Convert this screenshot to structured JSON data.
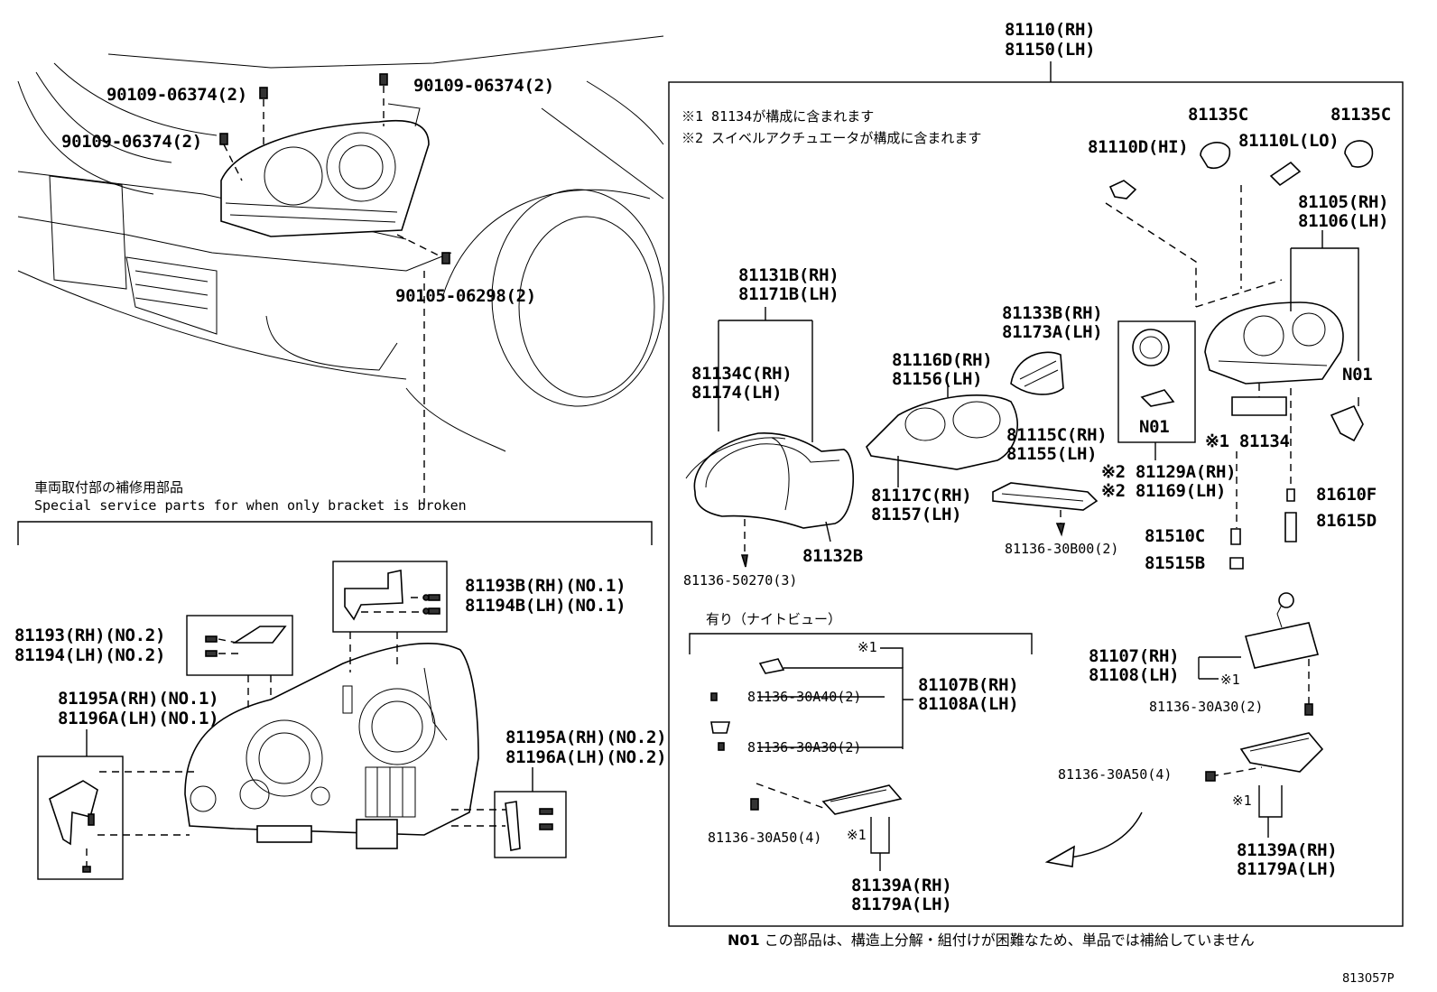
{
  "diagram_code": "813057P",
  "footnote": {
    "label": "N01",
    "text": "この部品は、構造上分解・組付けが困難なため、単品では補給していません"
  },
  "notes": {
    "note1": "※1 81134が構成に含まれます",
    "note2": "※2 スイベルアクチュエータが構成に含まれます"
  },
  "left_top": {
    "bolt_a": "90109-06374(2)",
    "bolt_b": "90109-06374(2)",
    "bolt_c": "90109-06374(2)",
    "bolt_d": "90105-06298(2)"
  },
  "bracket_section": {
    "title_jp": "車両取付部の補修用部品",
    "title_en": "Special service parts for when only bracket is broken",
    "p1a": "81193B(RH)(NO.1)",
    "p1b": "81194B(LH)(NO.1)",
    "p2a": "81193(RH)(NO.2)",
    "p2b": "81194(LH)(NO.2)",
    "p3a": "81195A(RH)(NO.1)",
    "p3b": "81196A(LH)(NO.1)",
    "p4a": "81195A(RH)(NO.2)",
    "p4b": "81196A(LH)(NO.2)"
  },
  "assembly": {
    "top_a": "81110(RH)",
    "top_b": "81150(LH)",
    "bulb_hi": "81110D(HI)",
    "bulb_lo": "81110L(LO)",
    "cap1": "81135C",
    "cap2": "81135C",
    "housing_a": "81105(RH)",
    "housing_b": "81106(LH)",
    "lens_a": "81131B(RH)",
    "lens_b": "81171B(LH)",
    "gasket_a": "81134C(RH)",
    "gasket_b": "81174(LH)",
    "bezel_a": "81116D(RH)",
    "bezel_b": "81156(LH)",
    "refl_a": "81133B(RH)",
    "refl_b": "81173A(LH)",
    "n01_a": "N01",
    "n01_b": "N01",
    "m1_a": "81117C(RH)",
    "m1_b": "81157(LH)",
    "m2_a": "81115C(RH)",
    "m2_b": "81155(LH)",
    "sw_a": "※2 81129A(RH)",
    "sw_b": "※2 81169(LH)",
    "seal": "81132B",
    "screw1": "81136-50270(3)",
    "screw2": "81136-30B00(2)",
    "gasket": "※1 81134",
    "bulb1": "81610F",
    "bulb2": "81615D",
    "bulb3": "81510C",
    "socket": "81515B",
    "nv_title": "有り（ナイトビュー）",
    "nv_mark1": "※1",
    "nv_s1": "81136-30A40(2)",
    "nv_s2": "81136-30A30(2)",
    "nv_ecu_a": "81107B(RH)",
    "nv_ecu_b": "81108A(LH)",
    "nv_s3": "81136-30A50(4)",
    "nv_mark2": "※1",
    "nv_br_a": "81139A(RH)",
    "nv_br_b": "81179A(LH)",
    "ecu_a": "81107(RH)",
    "ecu_b": "81108(LH)",
    "ecu_mark": "※1",
    "ecu_s": "81136-30A30(2)",
    "br_s": "81136-30A50(4)",
    "br_mark": "※1",
    "br_a": "81139A(RH)",
    "br_b": "81179A(LH)"
  }
}
